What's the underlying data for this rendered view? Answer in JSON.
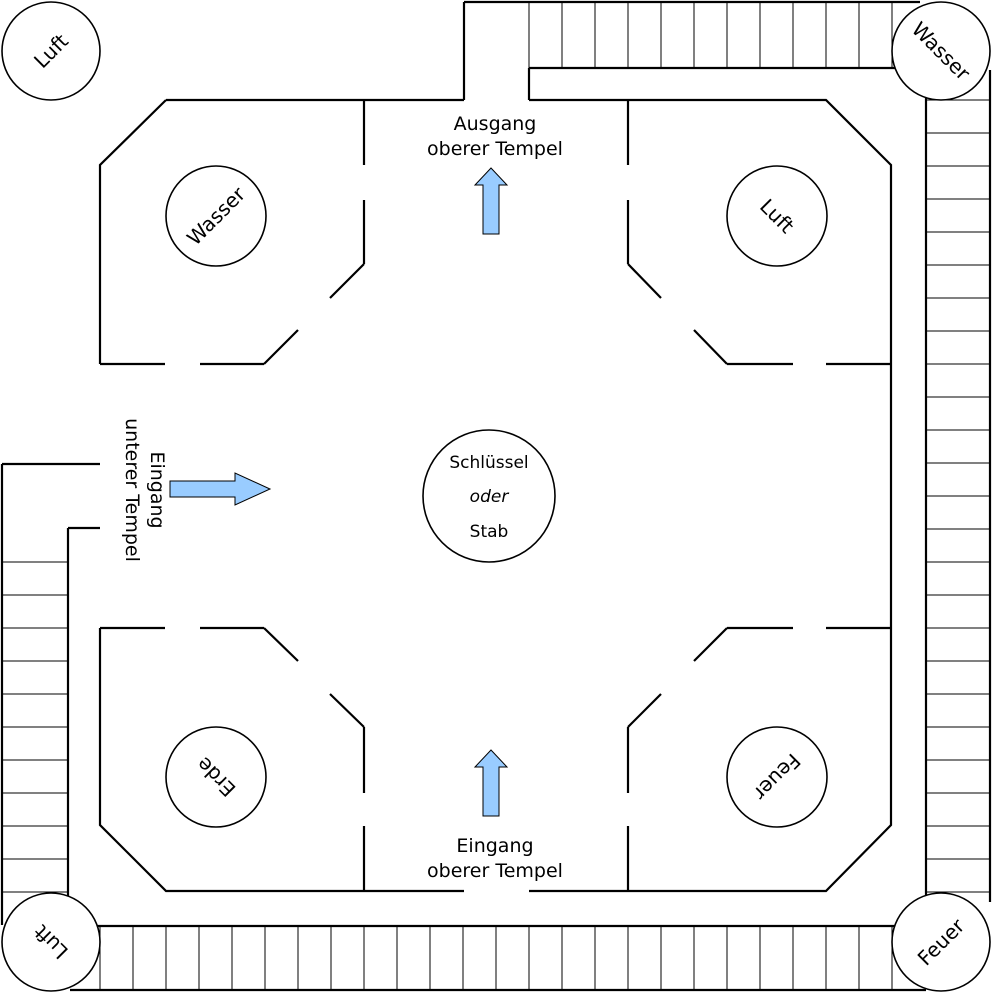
{
  "corner_pillars": {
    "top_left": "Luft",
    "top_right": "Wasser",
    "bottom_left": "Luft",
    "bottom_right": "Feuer"
  },
  "room_pillars": {
    "top_left": "Wasser",
    "top_right": "Luft",
    "bottom_left": "Erde",
    "bottom_right": "Feuer"
  },
  "center_pillar": {
    "line1": "Schlüssel",
    "line2": "oder",
    "line3": "Stab"
  },
  "labels": {
    "exit_upper_line1": "Ausgang",
    "exit_upper_line2": "oberer Tempel",
    "entrance_upper_line1": "Eingang",
    "entrance_upper_line2": "oberer Tempel",
    "entrance_lower_line1": "Eingang",
    "entrance_lower_line2": "unterer Tempel"
  },
  "colors": {
    "arrow_fill": "#99ccff",
    "wall": "#000000",
    "background": "#ffffff"
  }
}
